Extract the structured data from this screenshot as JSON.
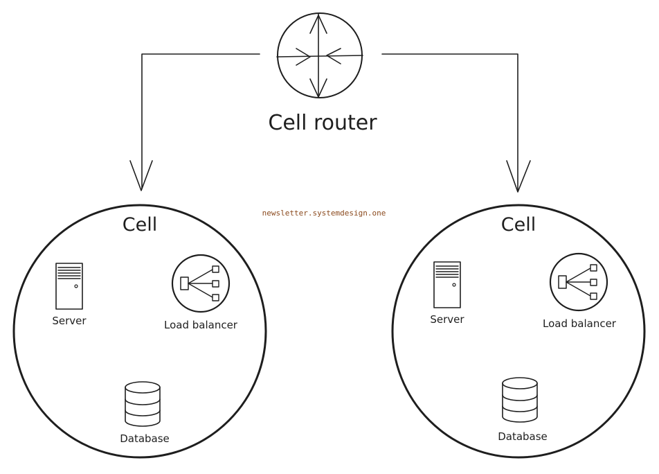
{
  "router": {
    "label": "Cell router"
  },
  "watermark": "newsletter.systemdesign.one",
  "cells": [
    {
      "title": "Cell",
      "server_label": "Server",
      "lb_label": "Load balancer",
      "db_label": "Database"
    },
    {
      "title": "Cell",
      "server_label": "Server",
      "lb_label": "Load balancer",
      "db_label": "Database"
    }
  ],
  "colors": {
    "ink": "#1e1e1e",
    "watermark": "#8b4a1e",
    "background": "#ffffff"
  }
}
